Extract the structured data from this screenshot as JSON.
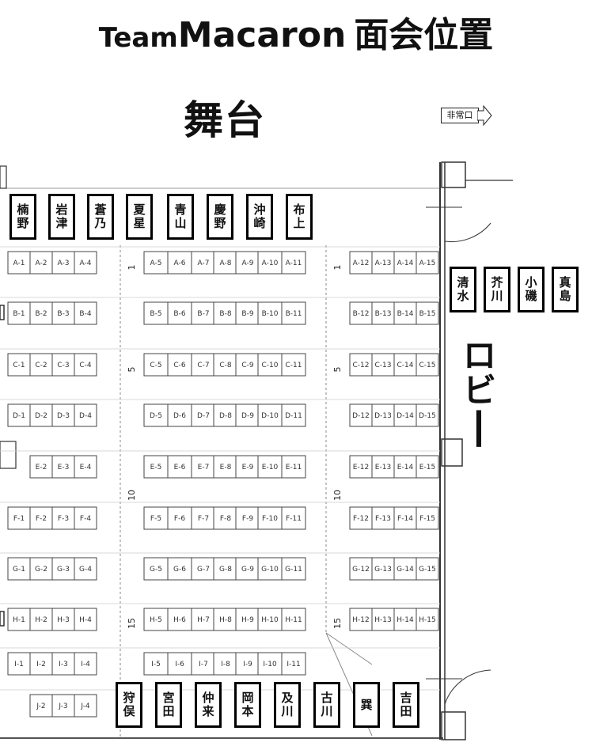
{
  "title": {
    "team": "Team",
    "name": "Macaron",
    "suffix": "面会位置"
  },
  "stage_label": "舞台",
  "exit_label": "非常口",
  "lobby_label": "ロビー",
  "row_numbers": [
    "1",
    "5",
    "10",
    "15"
  ],
  "seat_rows": [
    {
      "row": "A",
      "left": [
        "A-1",
        "A-2",
        "A-3",
        "A-4"
      ],
      "center": [
        "A-5",
        "A-6",
        "A-7",
        "A-8",
        "A-9",
        "A-10",
        "A-11"
      ],
      "right": [
        "A-12",
        "A-13",
        "A-14",
        "A-15"
      ]
    },
    {
      "row": "B",
      "left": [
        "B-1",
        "B-2",
        "B-3",
        "B-4"
      ],
      "center": [
        "B-5",
        "B-6",
        "B-7",
        "B-8",
        "B-9",
        "B-10",
        "B-11"
      ],
      "right": [
        "B-12",
        "B-13",
        "B-14",
        "B-15"
      ]
    },
    {
      "row": "C",
      "left": [
        "C-1",
        "C-2",
        "C-3",
        "C-4"
      ],
      "center": [
        "C-5",
        "C-6",
        "C-7",
        "C-8",
        "C-9",
        "C-10",
        "C-11"
      ],
      "right": [
        "C-12",
        "C-13",
        "C-14",
        "C-15"
      ]
    },
    {
      "row": "D",
      "left": [
        "D-1",
        "D-2",
        "D-3",
        "D-4"
      ],
      "center": [
        "D-5",
        "D-6",
        "D-7",
        "D-8",
        "D-9",
        "D-10",
        "D-11"
      ],
      "right": [
        "D-12",
        "D-13",
        "D-14",
        "D-15"
      ]
    },
    {
      "row": "E",
      "left": [
        "",
        "E-2",
        "E-3",
        "E-4"
      ],
      "center": [
        "E-5",
        "E-6",
        "E-7",
        "E-8",
        "E-9",
        "E-10",
        "E-11"
      ],
      "right": [
        "E-12",
        "E-13",
        "E-14",
        "E-15"
      ]
    },
    {
      "row": "F",
      "left": [
        "F-1",
        "F-2",
        "F-3",
        "F-4"
      ],
      "center": [
        "F-5",
        "F-6",
        "F-7",
        "F-8",
        "F-9",
        "F-10",
        "F-11"
      ],
      "right": [
        "F-12",
        "F-13",
        "F-14",
        "F-15"
      ]
    },
    {
      "row": "G",
      "left": [
        "G-1",
        "G-2",
        "G-3",
        "G-4"
      ],
      "center": [
        "G-5",
        "G-6",
        "G-7",
        "G-8",
        "G-9",
        "G-10",
        "G-11"
      ],
      "right": [
        "G-12",
        "G-13",
        "G-14",
        "G-15"
      ]
    },
    {
      "row": "H",
      "left": [
        "H-1",
        "H-2",
        "H-3",
        "H-4"
      ],
      "center": [
        "H-5",
        "H-6",
        "H-7",
        "H-8",
        "H-9",
        "H-10",
        "H-11"
      ],
      "right": [
        "H-12",
        "H-13",
        "H-14",
        "H-15"
      ]
    },
    {
      "row": "I",
      "left": [
        "I-1",
        "I-2",
        "I-3",
        "I-4"
      ],
      "center": [
        "I-5",
        "I-6",
        "I-7",
        "I-8",
        "I-9",
        "I-10",
        "I-11"
      ],
      "right": []
    },
    {
      "row": "J",
      "left": [
        "",
        "J-2",
        "J-3",
        "J-4"
      ],
      "center": [],
      "right": []
    }
  ],
  "names_top": [
    [
      "楠",
      "野"
    ],
    [
      "岩",
      "津"
    ],
    [
      "蒼",
      "乃"
    ],
    [
      "夏",
      "星"
    ],
    [
      "青",
      "山"
    ],
    [
      "慶",
      "野"
    ],
    [
      "沖",
      "崎"
    ],
    [
      "布",
      "上"
    ]
  ],
  "names_right": [
    [
      "清",
      "水"
    ],
    [
      "芥",
      "川"
    ],
    [
      "小",
      "磯"
    ],
    [
      "真",
      "島"
    ]
  ],
  "names_bottom": [
    [
      "狩",
      "俣"
    ],
    [
      "宮",
      "田"
    ],
    [
      "仲",
      "来"
    ],
    [
      "岡",
      "本"
    ],
    [
      "及",
      "川"
    ],
    [
      "古",
      "川"
    ],
    [
      "巽"
    ],
    [
      "吉",
      "田"
    ]
  ]
}
